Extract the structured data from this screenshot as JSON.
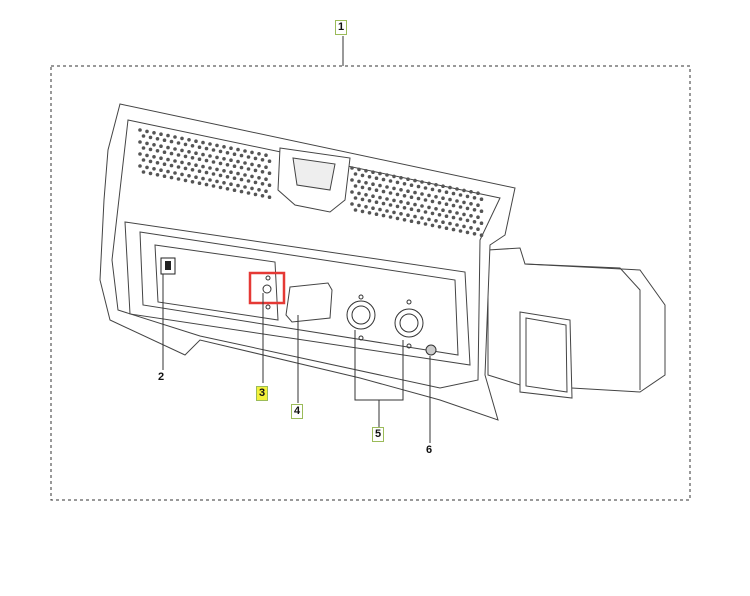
{
  "diagram": {
    "callouts": [
      {
        "id": "1",
        "boxed": true,
        "highlighted": false
      },
      {
        "id": "2",
        "boxed": false,
        "highlighted": false
      },
      {
        "id": "3",
        "boxed": true,
        "highlighted": true
      },
      {
        "id": "4",
        "boxed": true,
        "highlighted": false
      },
      {
        "id": "5",
        "boxed": true,
        "highlighted": false
      },
      {
        "id": "6",
        "boxed": false,
        "highlighted": false
      }
    ],
    "colors": {
      "highlight_box": "#e53935",
      "callout_border": "#9bbb59",
      "callout_highlight": "#f3f13a",
      "line": "#333333"
    }
  }
}
